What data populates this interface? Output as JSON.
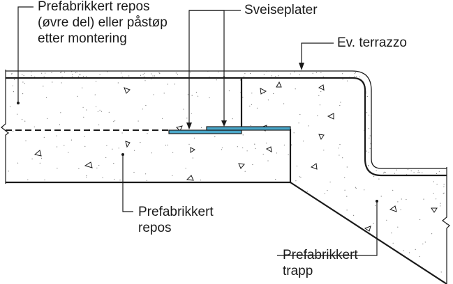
{
  "labels": {
    "upper_part": [
      "Prefabrikkert repos",
      "(øvre del) eller påstøp",
      "etter montering"
    ],
    "weld_plates": "Sveiseplater",
    "terrazzo": "Ev. terrazzo",
    "landing": [
      "Prefabrikkert",
      "repos"
    ],
    "stair": [
      "Prefabrikkert",
      "trapp"
    ]
  },
  "colors": {
    "line": "#1a1a1a",
    "weld_plate": "#4aa7c9",
    "terrazzo_dots": "#555555"
  }
}
